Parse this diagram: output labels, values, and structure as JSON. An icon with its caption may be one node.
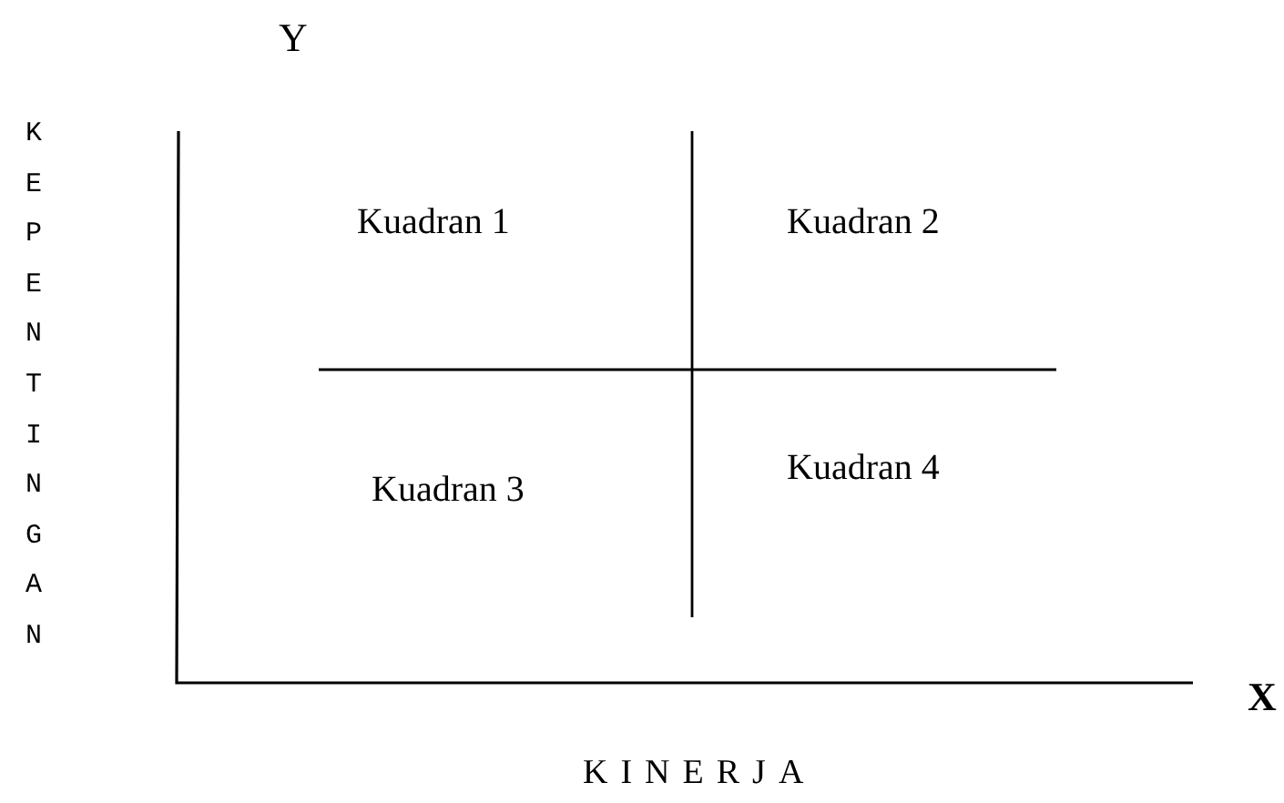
{
  "diagram": {
    "labels": [
      "Y",
      "KEPENTINGAN",
      "Kuadran 1",
      "Kuadran 2",
      "Kuadran 3",
      "Kuadran 4",
      "X",
      "KINERJA"
    ]
  }
}
